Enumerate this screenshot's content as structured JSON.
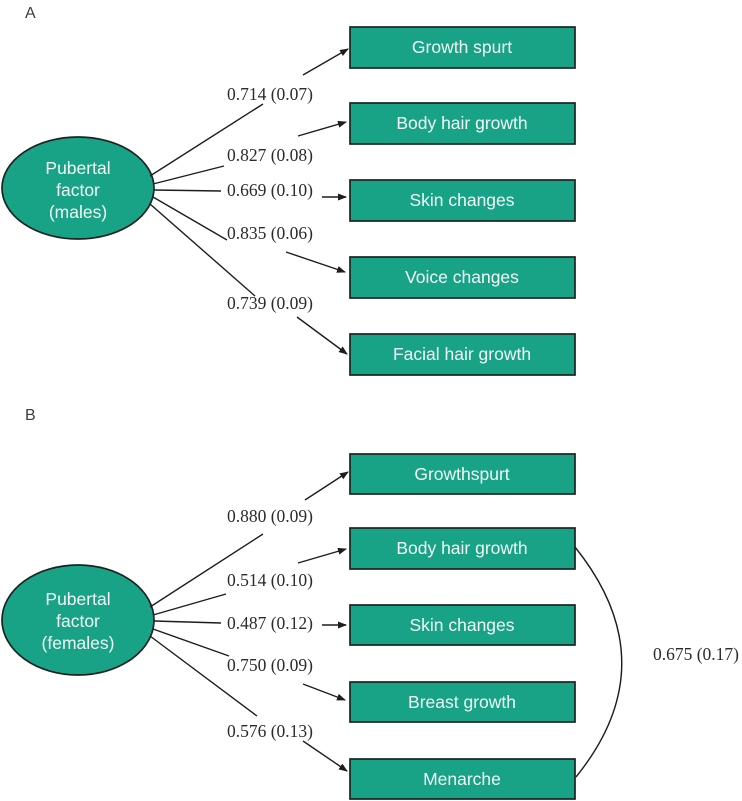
{
  "colors": {
    "node_fill": "#18a286",
    "node_stroke": "#1b2321",
    "node_text": "#f2f8f5",
    "line": "#1d1d1d",
    "coef_text": "#2b2b2b",
    "panel_text": "#3d3d3d"
  },
  "panels": [
    {
      "label": "A",
      "factor": {
        "lines": [
          "Pubertal",
          "factor",
          "(males)"
        ]
      },
      "indicators": [
        {
          "label": "Growth spurt",
          "loading": "0.714 (0.07)"
        },
        {
          "label": "Body hair growth",
          "loading": "0.827 (0.08)"
        },
        {
          "label": "Skin changes",
          "loading": "0.669 (0.10)"
        },
        {
          "label": "Voice changes",
          "loading": "0.835 (0.06)"
        },
        {
          "label": "Facial hair growth",
          "loading": "0.739 (0.09)"
        }
      ]
    },
    {
      "label": "B",
      "factor": {
        "lines": [
          "Pubertal",
          "factor",
          "(females)"
        ]
      },
      "indicators": [
        {
          "label": "Growthspurt",
          "loading": "0.880 (0.09)"
        },
        {
          "label": "Body hair growth",
          "loading": "0.514 (0.10)"
        },
        {
          "label": "Skin changes",
          "loading": "0.487 (0.12)"
        },
        {
          "label": "Breast growth",
          "loading": "0.750 (0.09)"
        },
        {
          "label": "Menarche",
          "loading": "0.576 (0.13)"
        }
      ],
      "covariance": {
        "between": [
          "Body hair growth",
          "Menarche"
        ],
        "value": "0.675 (0.17)"
      }
    }
  ]
}
